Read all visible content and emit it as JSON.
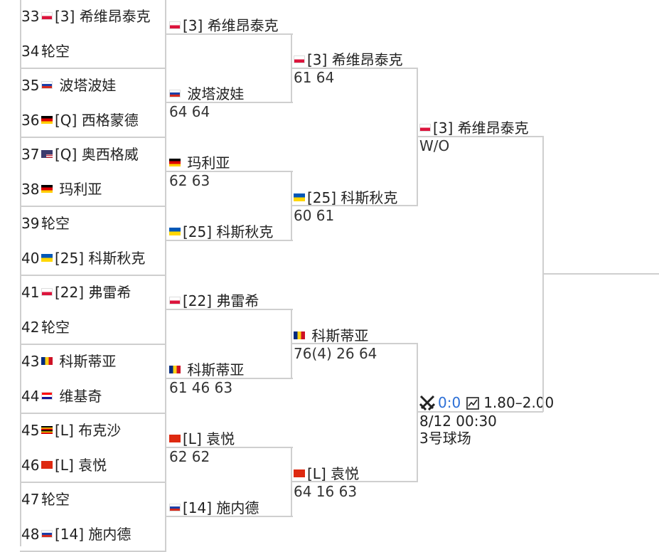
{
  "round1": [
    {
      "no": "33",
      "flag": "pl",
      "label": "[3] 希维昂泰克"
    },
    {
      "no": "34",
      "flag": "",
      "label": "轮空"
    },
    {
      "no": "35",
      "flag": "ru",
      "label": " 波塔波娃"
    },
    {
      "no": "36",
      "flag": "de",
      "label": "[Q] 西格蒙德"
    },
    {
      "no": "37",
      "flag": "us",
      "label": "[Q] 奥西格威"
    },
    {
      "no": "38",
      "flag": "de",
      "label": " 玛利亚"
    },
    {
      "no": "39",
      "flag": "",
      "label": "轮空"
    },
    {
      "no": "40",
      "flag": "ua",
      "label": "[25] 科斯秋克"
    },
    {
      "no": "41",
      "flag": "pl",
      "label": "[22] 弗雷希"
    },
    {
      "no": "42",
      "flag": "",
      "label": "轮空"
    },
    {
      "no": "43",
      "flag": "ro",
      "label": " 科斯蒂亚"
    },
    {
      "no": "44",
      "flag": "hr",
      "label": " 维基奇"
    },
    {
      "no": "45",
      "flag": "ug",
      "label": "[L] 布克沙"
    },
    {
      "no": "46",
      "flag": "cn",
      "label": "[L] 袁悦"
    },
    {
      "no": "47",
      "flag": "",
      "label": "轮空"
    },
    {
      "no": "48",
      "flag": "ru",
      "label": "[14] 施内德"
    }
  ],
  "round2": [
    {
      "flag": "pl",
      "label": "[3] 希维昂泰克",
      "score": ""
    },
    {
      "flag": "ru",
      "label": " 波塔波娃",
      "score": "64 64"
    },
    {
      "flag": "de",
      "label": " 玛利亚",
      "score": "62 63"
    },
    {
      "flag": "ua",
      "label": "[25] 科斯秋克",
      "score": ""
    },
    {
      "flag": "pl",
      "label": "[22] 弗雷希",
      "score": ""
    },
    {
      "flag": "ro",
      "label": " 科斯蒂亚",
      "score": "61 46 63"
    },
    {
      "flag": "cn",
      "label": "[L] 袁悦",
      "score": "62 62"
    },
    {
      "flag": "ru",
      "label": "[14] 施内德",
      "score": ""
    }
  ],
  "round3": [
    {
      "flag": "pl",
      "label": "[3] 希维昂泰克",
      "score": "61 64"
    },
    {
      "flag": "ua",
      "label": "[25] 科斯秋克",
      "score": "60 61"
    },
    {
      "flag": "ro",
      "label": " 科斯蒂亚",
      "score": "76(4) 26 64"
    },
    {
      "flag": "cn",
      "label": "[L] 袁悦",
      "score": "64 16 63"
    }
  ],
  "round4": [
    {
      "flag": "pl",
      "label": "[3] 希维昂泰克",
      "score": "W/O"
    }
  ],
  "upcoming": {
    "live_score": "0:0",
    "odds": "1.80–2.00",
    "datetime": "8/12 00:30",
    "court": "3号球场",
    "swords_icon": "crossed-swords-icon",
    "chart_icon": "trend-chart-icon"
  },
  "colors": {
    "line": "#cfcfcf",
    "link": "#2c6fd6",
    "text": "#222222"
  }
}
